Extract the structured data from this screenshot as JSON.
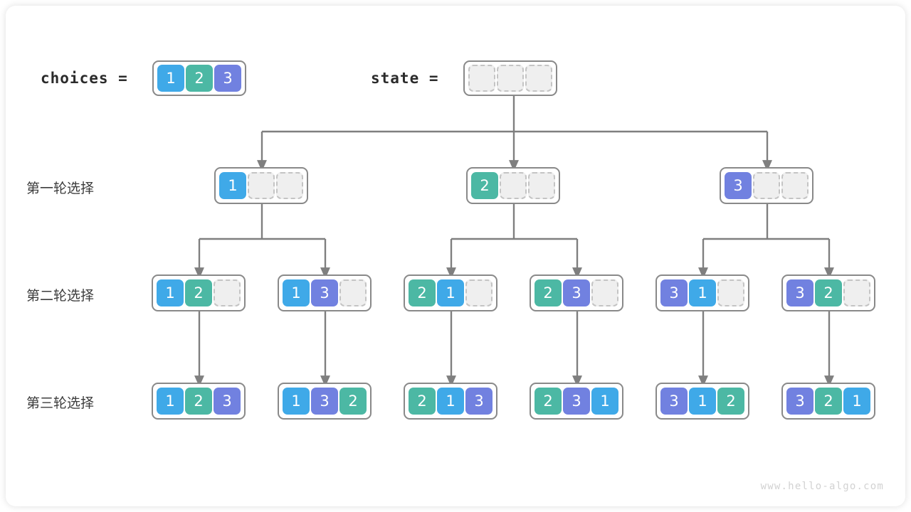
{
  "meta": {
    "watermark": "www.hello-algo.com",
    "colors": {
      "value_1": "#3fa9e8",
      "value_2": "#4cb8a4",
      "value_3": "#7181e0",
      "empty_fill": "#efefef",
      "empty_border": "#c4c4c4",
      "node_border": "#898989",
      "edge": "#7f7f7f",
      "text": "#2b2b2b"
    }
  },
  "header": {
    "choices_label": "choices  =",
    "choices_values": [
      "1",
      "2",
      "3"
    ],
    "state_label": "state  =",
    "state_values": [
      "",
      "",
      ""
    ]
  },
  "rows": [
    {
      "label": "第一轮选择",
      "nodes": [
        {
          "cells": [
            "1",
            "",
            ""
          ]
        },
        {
          "cells": [
            "2",
            "",
            ""
          ]
        },
        {
          "cells": [
            "3",
            "",
            ""
          ]
        }
      ]
    },
    {
      "label": "第二轮选择",
      "nodes": [
        {
          "cells": [
            "1",
            "2",
            ""
          ]
        },
        {
          "cells": [
            "1",
            "3",
            ""
          ]
        },
        {
          "cells": [
            "2",
            "1",
            ""
          ]
        },
        {
          "cells": [
            "2",
            "3",
            ""
          ]
        },
        {
          "cells": [
            "3",
            "1",
            ""
          ]
        },
        {
          "cells": [
            "3",
            "2",
            ""
          ]
        }
      ]
    },
    {
      "label": "第三轮选择",
      "nodes": [
        {
          "cells": [
            "1",
            "2",
            "3"
          ]
        },
        {
          "cells": [
            "1",
            "3",
            "2"
          ]
        },
        {
          "cells": [
            "2",
            "1",
            "3"
          ]
        },
        {
          "cells": [
            "2",
            "3",
            "1"
          ]
        },
        {
          "cells": [
            "3",
            "1",
            "2"
          ]
        },
        {
          "cells": [
            "3",
            "2",
            "1"
          ]
        }
      ]
    }
  ]
}
